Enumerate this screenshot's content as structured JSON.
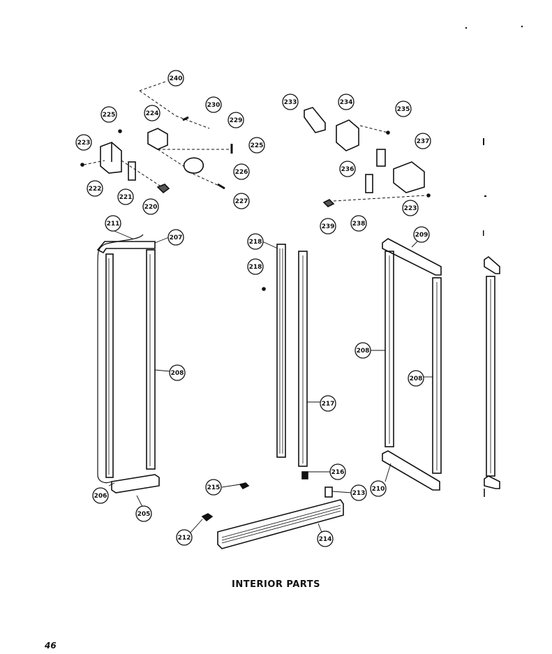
{
  "caption": "INTERIOR PARTS",
  "page_number": "46",
  "callouts": [
    {
      "id": "c240",
      "label": "240"
    },
    {
      "id": "c230",
      "label": "230"
    },
    {
      "id": "c225a",
      "label": "225"
    },
    {
      "id": "c224",
      "label": "224"
    },
    {
      "id": "c229",
      "label": "229"
    },
    {
      "id": "c223a",
      "label": "223"
    },
    {
      "id": "c225b",
      "label": "225"
    },
    {
      "id": "c222",
      "label": "222"
    },
    {
      "id": "c221",
      "label": "221"
    },
    {
      "id": "c220",
      "label": "220"
    },
    {
      "id": "c226",
      "label": "226"
    },
    {
      "id": "c227",
      "label": "227"
    },
    {
      "id": "c233",
      "label": "233"
    },
    {
      "id": "c234",
      "label": "234"
    },
    {
      "id": "c235",
      "label": "235"
    },
    {
      "id": "c237",
      "label": "237"
    },
    {
      "id": "c236",
      "label": "236"
    },
    {
      "id": "c238",
      "label": "238"
    },
    {
      "id": "c239",
      "label": "239"
    },
    {
      "id": "c223b",
      "label": "223"
    },
    {
      "id": "c211",
      "label": "211"
    },
    {
      "id": "c207",
      "label": "207"
    },
    {
      "id": "c208a",
      "label": "208"
    },
    {
      "id": "c206",
      "label": "206"
    },
    {
      "id": "c205",
      "label": "205"
    },
    {
      "id": "c218a",
      "label": "218"
    },
    {
      "id": "c218b",
      "label": "218"
    },
    {
      "id": "c217",
      "label": "217"
    },
    {
      "id": "c216",
      "label": "216"
    },
    {
      "id": "c215",
      "label": "215"
    },
    {
      "id": "c213",
      "label": "213"
    },
    {
      "id": "c212",
      "label": "212"
    },
    {
      "id": "c214",
      "label": "214"
    },
    {
      "id": "c209",
      "label": "209"
    },
    {
      "id": "c208b",
      "label": "208"
    },
    {
      "id": "c208c",
      "label": "208"
    },
    {
      "id": "c210",
      "label": "210"
    }
  ]
}
